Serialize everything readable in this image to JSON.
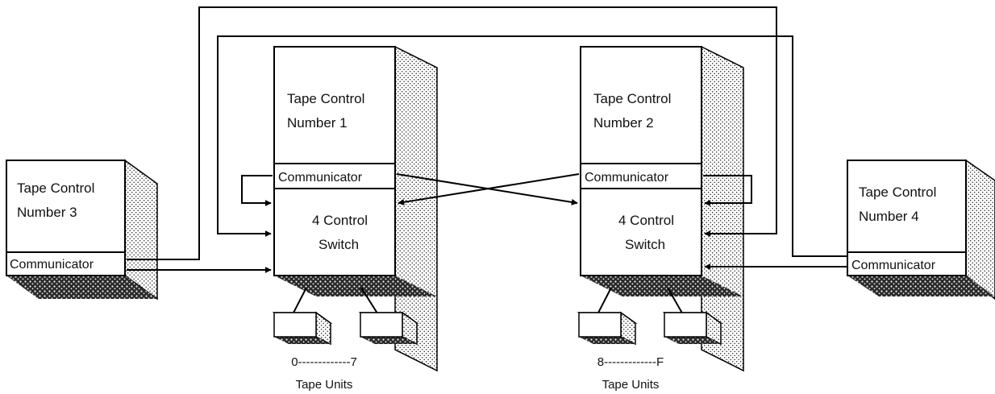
{
  "diagram": {
    "controls": [
      {
        "line1": "Tape Control",
        "line2": "Number 1",
        "communicator": "Communicator",
        "switch_line1": "4 Control",
        "switch_line2": "Switch"
      },
      {
        "line1": "Tape Control",
        "line2": "Number 2",
        "communicator": "Communicator",
        "switch_line1": "4 Control",
        "switch_line2": "Switch"
      },
      {
        "line1": "Tape Control",
        "line2": "Number 3",
        "communicator": "Communicator"
      },
      {
        "line1": "Tape Control",
        "line2": "Number 4",
        "communicator": "Communicator"
      }
    ],
    "tape_unit_groups": [
      {
        "range": "0-------------7",
        "label": "Tape Units"
      },
      {
        "range": "8-------------F",
        "label": "Tape Units"
      }
    ]
  }
}
